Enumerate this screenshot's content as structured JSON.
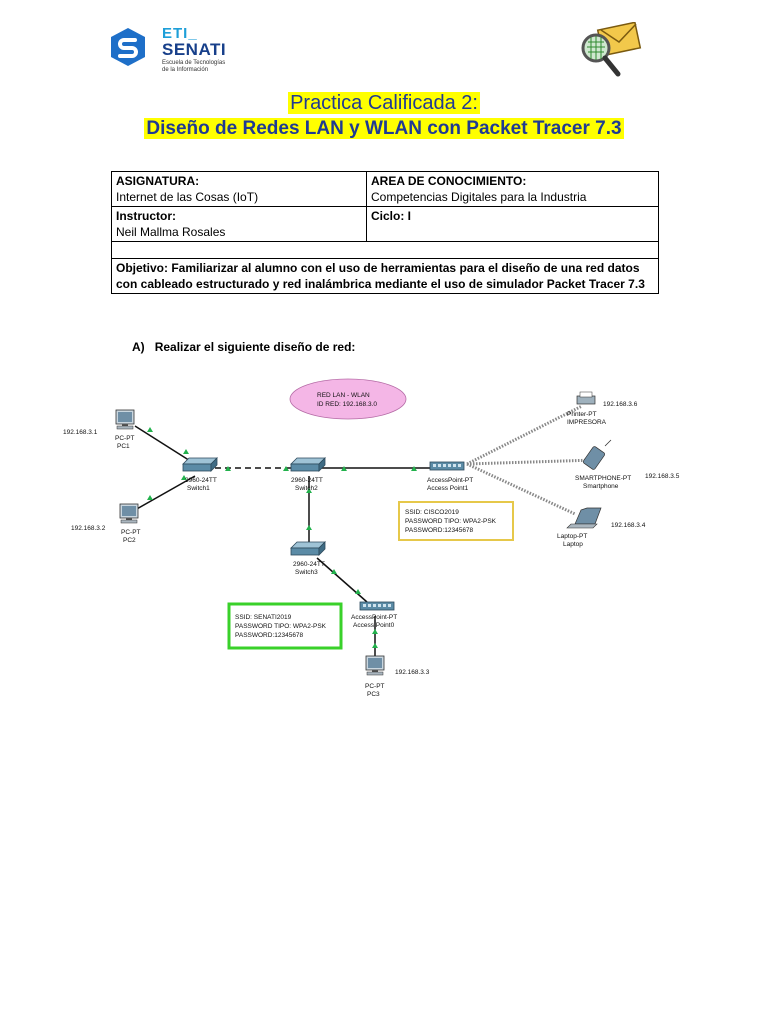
{
  "header": {
    "logo_line1": "ETI_",
    "logo_line2": "SENATI",
    "logo_sub1": "Escuela de Tecnologías",
    "logo_sub2": "de la Información"
  },
  "title": {
    "line1": "Practica Calificada 2:",
    "line2": "Diseño de Redes LAN y WLAN con Packet Tracer 7.3"
  },
  "info_table": {
    "asignatura_label": "ASIGNATURA:",
    "asignatura_value": "Internet de las Cosas (IoT)",
    "area_label": "AREA DE CONOCIMIENTO:",
    "area_value": "Competencias Digitales para la Industria",
    "instructor_label": "Instructor:",
    "instructor_value": "Neil Mallma Rosales",
    "ciclo_label": "Ciclo: I",
    "objetivo_label": "Objetivo:",
    "objetivo_text": " Familiarizar al alumno con el uso de herramientas para el diseño de una red datos con cableado estructurado y red inalámbrica mediante el uso de simulador Packet Tracer 7.3"
  },
  "task": {
    "letter": "A)",
    "text": "Realizar el siguiente diseño de red:"
  },
  "diagram": {
    "network_label": {
      "line1": "RED LAN - WLAN",
      "line2": "ID RED: 192.168.3.0"
    },
    "devices": {
      "pc1": {
        "type": "PC-PT",
        "name": "PC1",
        "ip": "192.168.3.1"
      },
      "pc2": {
        "type": "PC-PT",
        "name": "PC2",
        "ip": "192.168.3.2"
      },
      "pc3": {
        "type": "PC-PT",
        "name": "PC3",
        "ip": "192.168.3.3"
      },
      "switch1": {
        "type": "2960-24TT",
        "name": "Switch1"
      },
      "switch2": {
        "type": "2960-24TT",
        "name": "Switch2"
      },
      "switch3": {
        "type": "2960-24TT",
        "name": "Switch3"
      },
      "ap1": {
        "type": "AccessPoint-PT",
        "name": "Access Point1"
      },
      "ap0": {
        "type": "AccessPoint-PT",
        "name": "Access Point0"
      },
      "printer": {
        "type": "Printer-PT",
        "name": "IMPRESORA",
        "ip": "192.168.3.6"
      },
      "smartphone": {
        "type": "SMARTPHONE-PT",
        "name": "Smartphone",
        "ip": "192.168.3.5"
      },
      "laptop": {
        "type": "Laptop-PT",
        "name": "Laptop",
        "ip": "192.168.3.4"
      }
    },
    "wlan_box1": {
      "ssid": "SSID: CISCO2019",
      "password_type": "PASSWORD TIPO: WPA2-PSK",
      "password": "PASSWORD:12345678",
      "border_color": "#e6c84a"
    },
    "wlan_box2": {
      "ssid": "SSID: SENATI2019",
      "password_type": "PASSWORD TIPO: WPA2-PSK",
      "password": "PASSWORD:12345678",
      "border_color": "#39d12a"
    },
    "colors": {
      "link_up": "#22b14c",
      "ellipse": "#f4b6e6",
      "title": "#1f3a93",
      "highlight": "#ffff00"
    }
  }
}
